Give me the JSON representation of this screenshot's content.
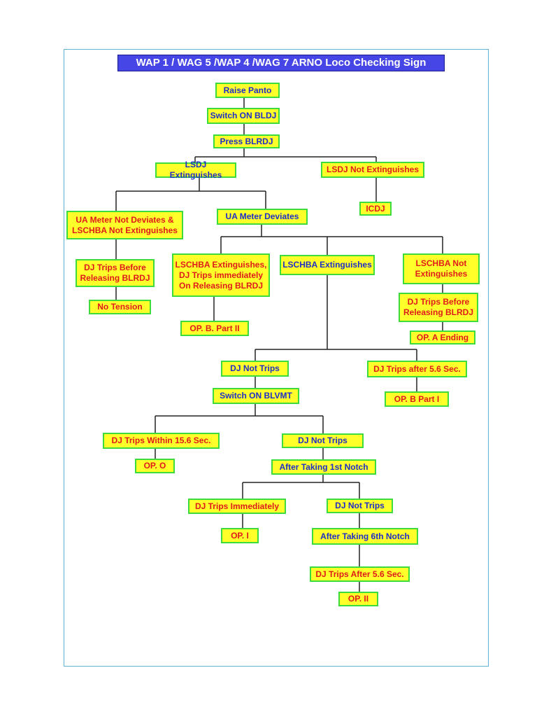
{
  "title": "WAP 1 / WAG 5 /WAP 4 /WAG 7 ARNO Loco Checking Sign",
  "colors": {
    "box_fill": "#ffff29",
    "box_border": "#3ddc3d",
    "blue_text": "#1e2ec8",
    "red_text": "#e01a1a",
    "title_fill": "#4646e6",
    "frame": "#5fb3d0"
  },
  "nodes": {
    "raise_panto": "Raise Panto",
    "switch_on_bldj": "Switch ON BLDJ",
    "press_blrdj": "Press BLRDJ",
    "lsdj_extinguishes": "LSDJ Extinguishes",
    "lsdj_not_extinguishes": "LSDJ Not Extinguishes",
    "icdj": "ICDJ",
    "ua_not_deviates": "UA Meter Not Deviates &\nLSCHBA Not Extinguishes",
    "ua_deviates": "UA Meter Deviates",
    "dj_trips_before_1": "DJ Trips Before\nReleasing BLRDJ",
    "no_tension": "No Tension",
    "lschba_ext_dj_trips": "LSCHBA Extinguishes,\nDJ Trips immediately\nOn Releasing BLRDJ",
    "op_b_part_ii": "OP. B. Part II",
    "lschba_extinguishes": "LSCHBA Extinguishes",
    "lschba_not_extinguishes": "LSCHBA Not\nExtinguishes",
    "dj_trips_before_2": "DJ Trips Before\nReleasing BLRDJ",
    "op_a_ending": "OP. A Ending",
    "dj_not_trips_1": "DJ Not Trips",
    "dj_trips_after_56_a": "DJ Trips after 5.6 Sec.",
    "op_b_part_i": "OP. B Part I",
    "switch_on_blvmt": "Switch ON BLVMT",
    "dj_trips_within_156": "DJ Trips Within 15.6 Sec.",
    "op_o": "OP. O",
    "dj_not_trips_2": "DJ Not Trips",
    "after_1st_notch": "After Taking 1st Notch",
    "dj_trips_immediately": "DJ Trips Immediately",
    "op_i": "OP. I",
    "dj_not_trips_3": "DJ Not Trips",
    "after_6th_notch": "After Taking 6th Notch",
    "dj_trips_after_56_b": "DJ Trips After 5.6 Sec.",
    "op_ii": "OP. II"
  }
}
